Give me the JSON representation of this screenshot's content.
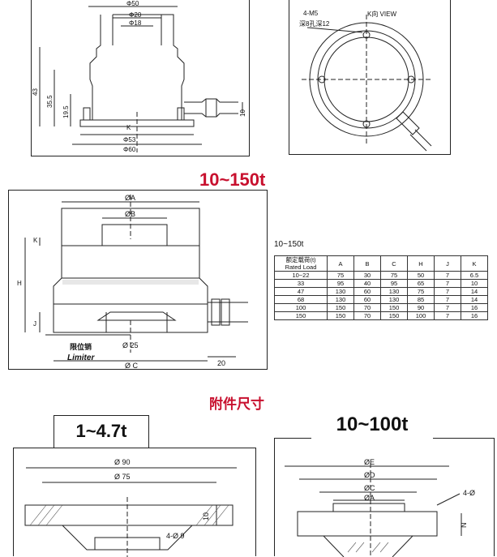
{
  "top_left": {
    "d50": "Φ50",
    "d20": "Φ20",
    "d18": "Φ18",
    "h43": "43",
    "h35_5": "35.5",
    "h19_5": "19.5",
    "k": "K",
    "d53": "Φ53",
    "d60": "Φ60",
    "h10": "10"
  },
  "top_right": {
    "holes": "4-M5",
    "depth": "深8孔深12",
    "view": "K向 VIEW"
  },
  "section_title": "10~150t",
  "middle": {
    "dA": "ØA",
    "dB": "ØB",
    "k": "K",
    "h": "H",
    "j": "J",
    "limiter_cn": "限位销",
    "limiter_en": "Limiter",
    "d25": "Ø 25",
    "dC": "Ø C",
    "w20": "20"
  },
  "table": {
    "caption": "10~150t",
    "header_label": "额定载荷(t)",
    "header_label_en": "Rated Load",
    "columns": [
      "A",
      "B",
      "C",
      "H",
      "J",
      "K"
    ],
    "rows": [
      [
        "10~22",
        "75",
        "30",
        "75",
        "50",
        "7",
        "6.5"
      ],
      [
        "33",
        "95",
        "40",
        "95",
        "65",
        "7",
        "10"
      ],
      [
        "47",
        "130",
        "60",
        "130",
        "75",
        "7",
        "14"
      ],
      [
        "68",
        "130",
        "60",
        "130",
        "85",
        "7",
        "14"
      ],
      [
        "100",
        "150",
        "70",
        "150",
        "90",
        "7",
        "16"
      ],
      [
        "150",
        "150",
        "70",
        "150",
        "100",
        "7",
        "16"
      ]
    ]
  },
  "accessory_title": "附件尺寸",
  "acc_left": {
    "title": "1~4.7t",
    "d90": "Ø 90",
    "d75": "Ø 75",
    "h10": "10",
    "holes": "4-Ø 9"
  },
  "acc_right": {
    "title": "10~100t",
    "dE": "ØE",
    "dD": "ØD",
    "dC": "ØC",
    "dA": "ØA",
    "holes": "4-Ø",
    "n": "N"
  }
}
